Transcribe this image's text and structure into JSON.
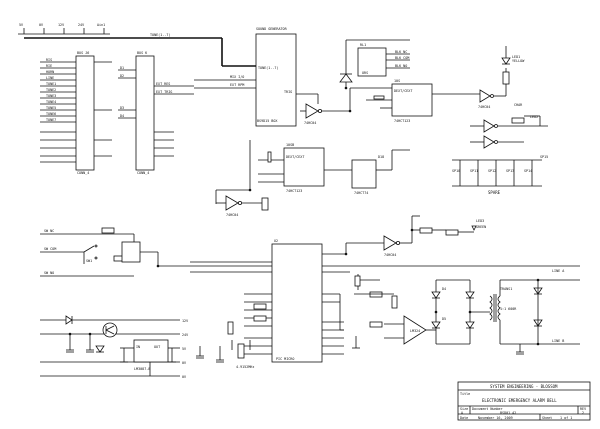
{
  "power_labels": [
    "5V",
    "0V",
    "12V",
    "24V",
    "Ain1"
  ],
  "ic_labels": {
    "sound_gen": "SOUND GENERATOR",
    "sound_gen_part": "BS9D15 BOX",
    "sound_gen_pin_tone": "TONE(1..7)",
    "sound_gen_pin_mix": "MIX I/O",
    "sound_gen_pin_extrpm": "EXT RPM",
    "sound_gen_pin_trig": "TRIG",
    "bus_left": "BUS J6",
    "bus_left_part": "CONN_4",
    "bus_right": "BUS K",
    "bus_right_part": "CONN_4",
    "tone_bus": "TONE(1..7)",
    "timer1": "10SB",
    "timer1_sub": "DEXT/CEXT",
    "timer1_part": "74HCT123",
    "timer2": "10S",
    "timer2_sub": "DEXT/CEXT",
    "timer2_part": "74HCT123",
    "ff": "D18",
    "ff_part": "74HCT74",
    "relay": "RL1",
    "relay_part": "ORS",
    "mcu": "U2",
    "mcu_part": "PIC MICRO",
    "opamp": "LM324",
    "regulator": "LM3087-8",
    "regulator_pin_in": "IN",
    "regulator_pin_out": "OUT",
    "inverter": "74HC04",
    "xformer": "TRANS1",
    "xformer_ratio": "1:1 600R"
  },
  "left_bus_pins": [
    "RIS",
    "RIE",
    "HORN",
    "LINE",
    "TONE1",
    "TONE2",
    "TONE3",
    "TONE4",
    "TONE5",
    "TONE6",
    "TONE7"
  ],
  "right_bus_pins": [
    "D1",
    "D2",
    "EXT RES",
    "EXT TRIG",
    "D3",
    "D4"
  ],
  "inputs": [
    "SW NC",
    "SW COM",
    "SW NO"
  ],
  "spares": [
    "SP10",
    "SP11",
    "SP12",
    "SP13",
    "SP14",
    "SP15"
  ],
  "spare_label": "SPARE",
  "outputs": [
    "LINE A",
    "LINE B"
  ],
  "misc": [
    "LED1",
    "YELLOW",
    "LED2",
    "GREEN",
    "CHAR",
    "SW1"
  ],
  "title_block": {
    "company": "SYSTEM ENGINEERING - BLOSSOM",
    "title_label": "Title",
    "title": "ELECTRONIC EMERGENCY ALARM BELL",
    "size_label": "Size",
    "size": "A",
    "docnum_label": "Document Number",
    "docnum": "BSD01 A2",
    "rev_label": "REV",
    "rev": "2",
    "date_label": "Date",
    "date": "November 16, 2009",
    "sheet_label": "Sheet",
    "sheet": "1 of 1"
  }
}
